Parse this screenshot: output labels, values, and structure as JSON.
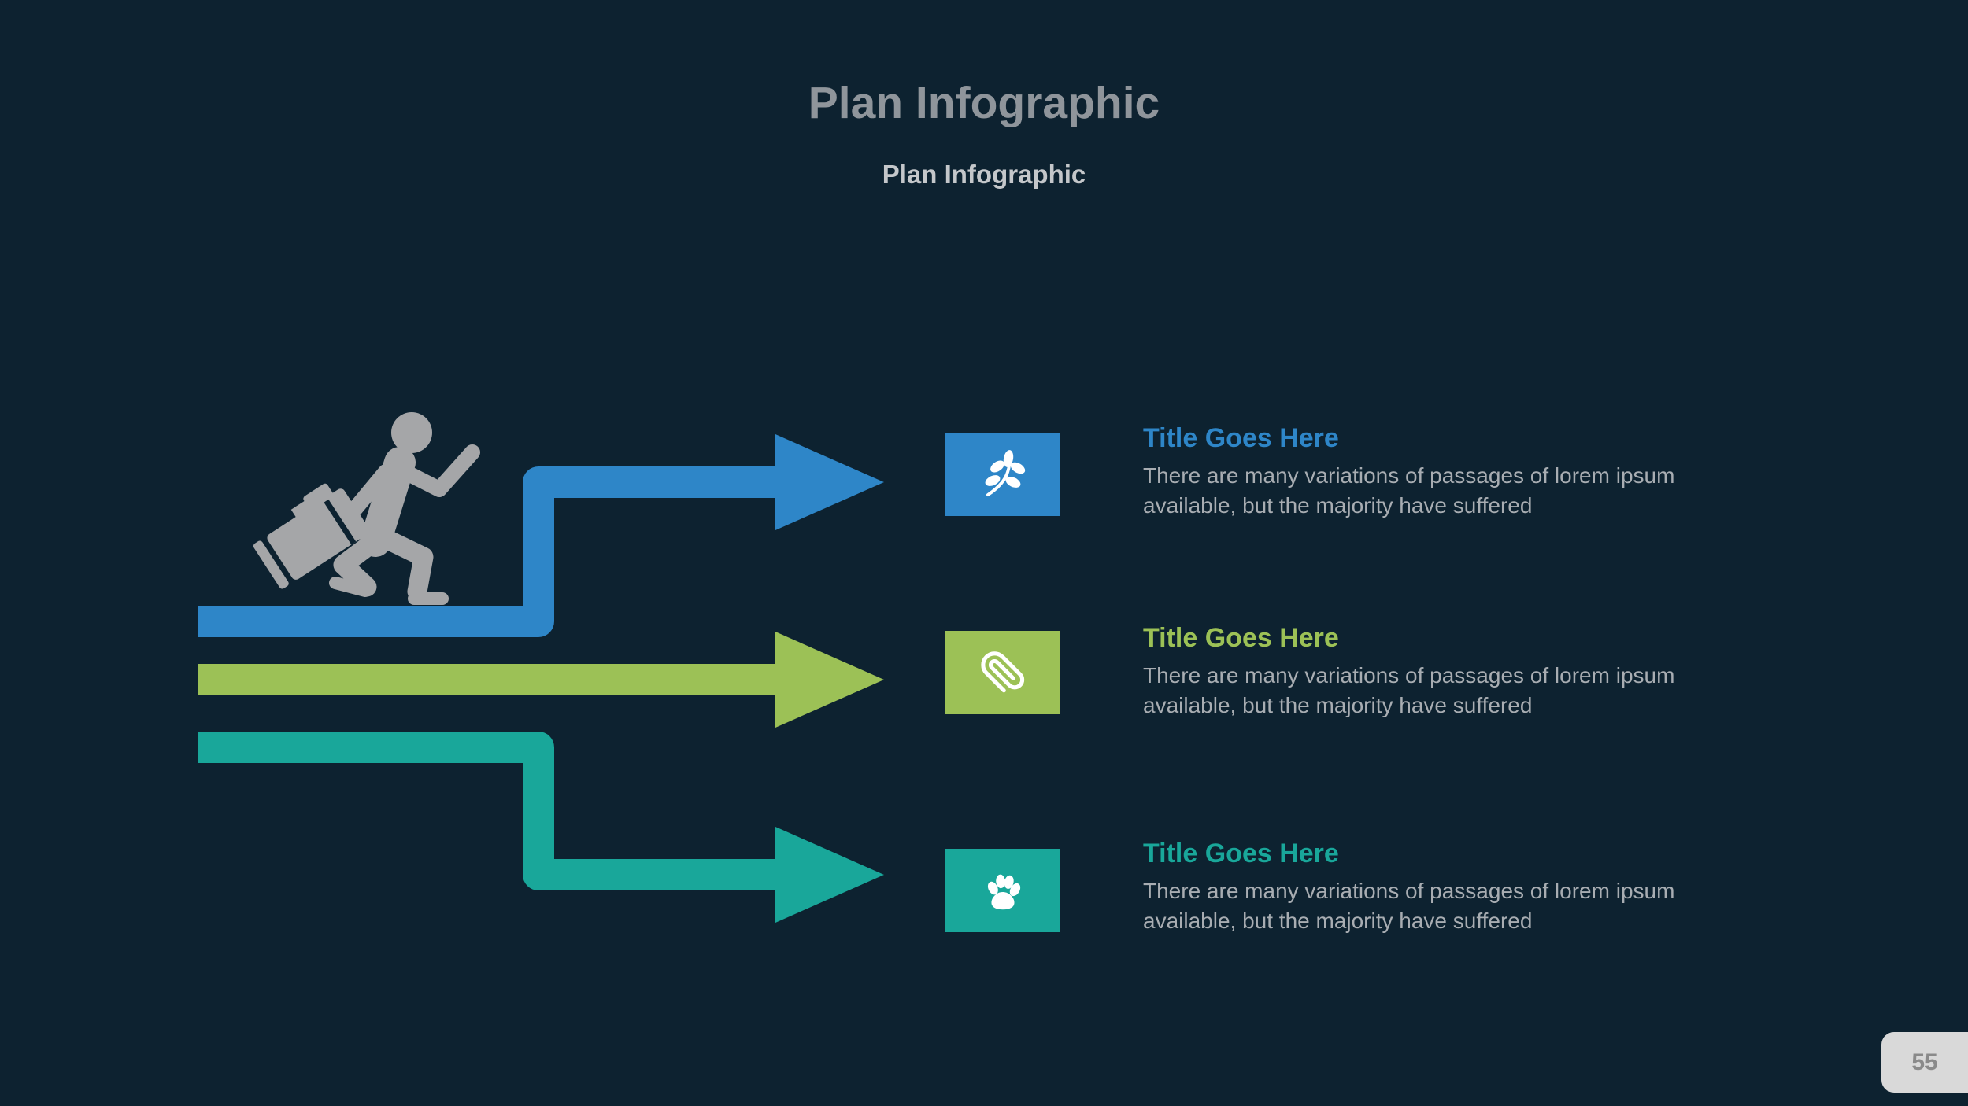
{
  "slide": {
    "title": "Plan Infographic",
    "subtitle": "Plan Infographic",
    "page_number": "55",
    "background_color": "#0D2230"
  },
  "graphics": {
    "runner_icon": "running-businessman-with-briefcase",
    "runner_color": "#A5A6A8"
  },
  "items": [
    {
      "title": "Title Goes Here",
      "body": "There are many variations of passages of lorem ipsum available, but the majority have suffered",
      "color": "#2E86C8",
      "icon": "leaf-branch-icon"
    },
    {
      "title": "Title Goes Here",
      "body": "There are many variations of passages of lorem ipsum available, but the majority have suffered",
      "color": "#9CC156",
      "icon": "paperclip-icon"
    },
    {
      "title": "Title Goes Here",
      "body": "There are many variations of passages of lorem ipsum available, but the majority have suffered",
      "color": "#19A79A",
      "icon": "paw-print-icon"
    }
  ]
}
